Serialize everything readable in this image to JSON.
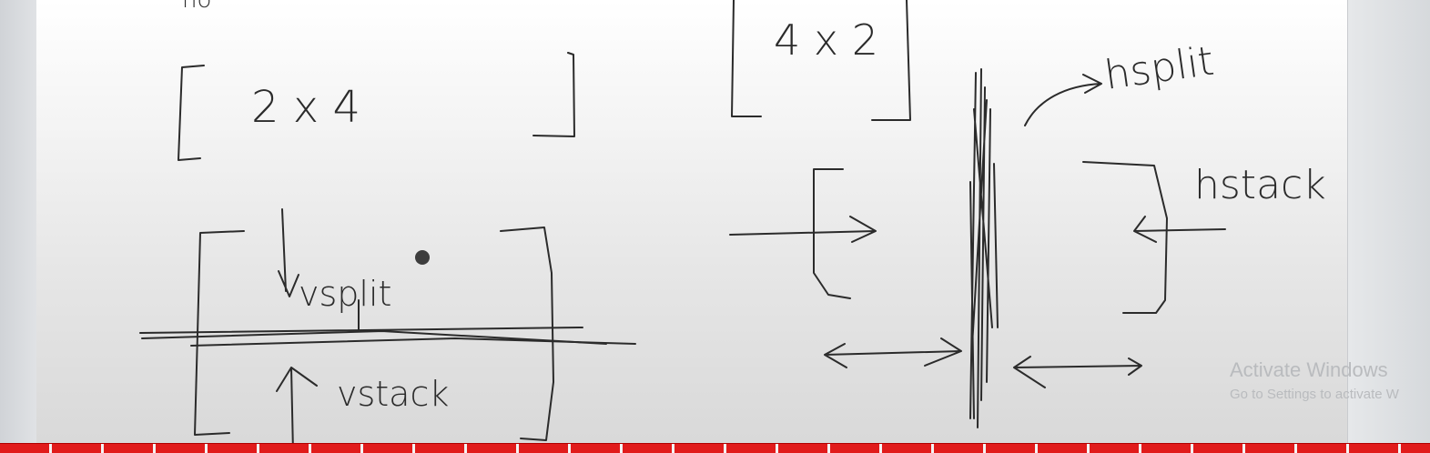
{
  "whiteboard": {
    "labels": {
      "top_left_fragment": "no",
      "matrix_a": "2 x 4",
      "matrix_b": "4 x 2",
      "vsplit": "vsplit",
      "vstack": "vstack",
      "hsplit": "hsplit",
      "hstack": "hstack"
    }
  },
  "watermark": {
    "title": "Activate Windows",
    "subtitle": "Go to Settings to activate W"
  },
  "colors": {
    "ink": "#2b2b2b",
    "scroll_rail": "#e11b1b",
    "watermark": "#b9bbbe"
  }
}
